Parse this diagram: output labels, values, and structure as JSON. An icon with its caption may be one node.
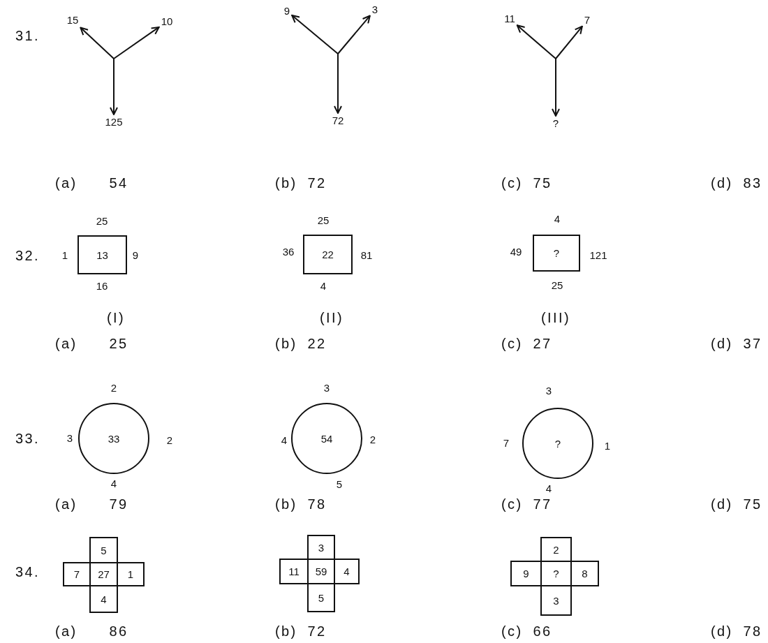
{
  "diagram": {
    "nodes": [
      {
        "text": [
          "15"
        ]
      },
      {
        "text": [
          "10"
        ]
      },
      {
        "text": [
          "125"
        ]
      },
      {
        "text": [
          "9"
        ]
      },
      {
        "text": [
          "3"
        ]
      },
      {
        "text": [
          "72"
        ]
      },
      {
        "text": [
          "11"
        ]
      },
      {
        "text": [
          "7"
        ]
      },
      {
        "text": [
          "?"
        ]
      },
      {
        "text": [
          "13"
        ],
        "beside": [
          "25",
          "1",
          "9",
          "16"
        ]
      },
      {
        "text": [
          "22"
        ],
        "beside": [
          "25",
          "36",
          "81",
          "4"
        ]
      },
      {
        "text": [
          "?"
        ],
        "beside": [
          "4",
          "49",
          "121",
          "25"
        ]
      },
      {
        "text": [
          "33"
        ],
        "beside": [
          "2",
          "3",
          "2",
          "4"
        ]
      },
      {
        "text": [
          "54"
        ],
        "beside": [
          "3",
          "4",
          "2",
          "5"
        ]
      },
      {
        "text": [
          "?"
        ],
        "beside": [
          "3",
          "7",
          "1",
          "4"
        ]
      },
      {
        "text": [
          "5"
        ]
      },
      {
        "text": [
          "7"
        ]
      },
      {
        "text": [
          "27"
        ]
      },
      {
        "text": [
          "1"
        ]
      },
      {
        "text": [
          "4"
        ]
      },
      {
        "text": [
          "3"
        ]
      },
      {
        "text": [
          "11"
        ]
      },
      {
        "text": [
          "59"
        ]
      },
      {
        "text": [
          "4"
        ]
      },
      {
        "text": [
          "5"
        ]
      },
      {
        "text": [
          "2"
        ]
      },
      {
        "text": [
          "9"
        ]
      },
      {
        "text": [
          "?"
        ]
      },
      {
        "text": [
          "8"
        ]
      },
      {
        "text": [
          "3"
        ]
      }
    ],
    "edges": [
      {
        "from": null,
        "to": 0,
        "arrow": "to"
      },
      {
        "from": null,
        "to": 1,
        "arrow": "to"
      },
      {
        "from": null,
        "to": 2,
        "arrow": "to"
      },
      {
        "from": null,
        "to": 3,
        "arrow": "to"
      },
      {
        "from": null,
        "to": 4,
        "arrow": "to"
      },
      {
        "from": null,
        "to": 5,
        "arrow": "to"
      },
      {
        "from": null,
        "to": 6,
        "arrow": "to"
      },
      {
        "from": null,
        "to": 7,
        "arrow": "to"
      },
      {
        "from": null,
        "to": 8,
        "arrow": "to"
      }
    ],
    "labels": [
      "31.",
      "(a) 54",
      "(b) 72",
      "(c) 75",
      "(d) 83",
      "32.",
      "(I)",
      "(II)",
      "(III)",
      "(a) 25",
      "(b) 22",
      "(c) 27",
      "(d) 37",
      "33.",
      "(a) 79",
      "(b) 78",
      "(c) 77",
      "(d) 75",
      "34.",
      "(a) 86",
      "(b) 72",
      "(c) 66",
      "(d) 78"
    ]
  }
}
